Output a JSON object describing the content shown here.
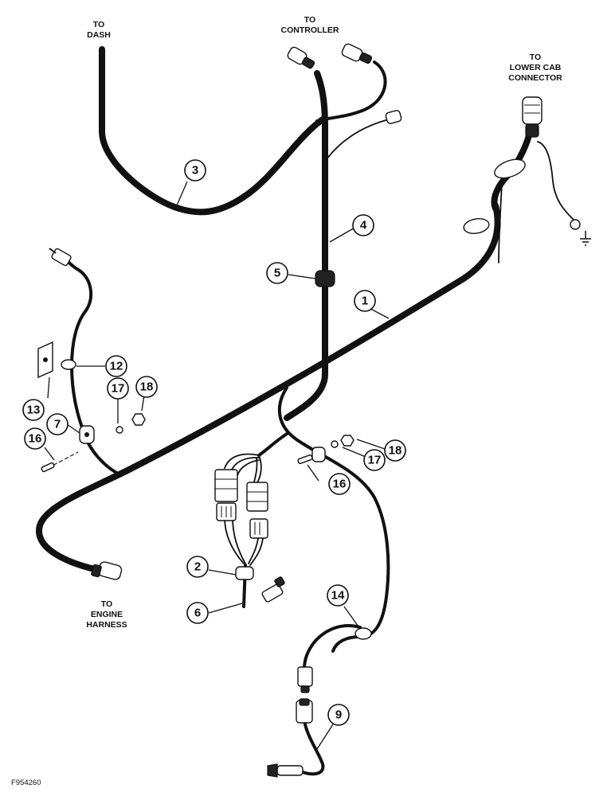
{
  "destinations": {
    "to_dash": [
      "TO",
      "DASH"
    ],
    "to_controller": [
      "TO",
      "CONTROLLER"
    ],
    "to_lower_cab_connector": [
      "TO",
      "LOWER CAB",
      "CONNECTOR"
    ],
    "to_engine_harness": [
      "TO",
      "ENGINE",
      "HARNESS"
    ]
  },
  "callouts": {
    "c1": "1",
    "c2": "2",
    "c3": "3",
    "c4": "4",
    "c5": "5",
    "c6": "6",
    "c7": "7",
    "c9": "9",
    "c12": "12",
    "c13": "13",
    "c14": "14",
    "c16a": "16",
    "c16b": "16",
    "c17a": "17",
    "c17b": "17",
    "c18a": "18",
    "c18b": "18"
  },
  "figure_id": "F954260"
}
